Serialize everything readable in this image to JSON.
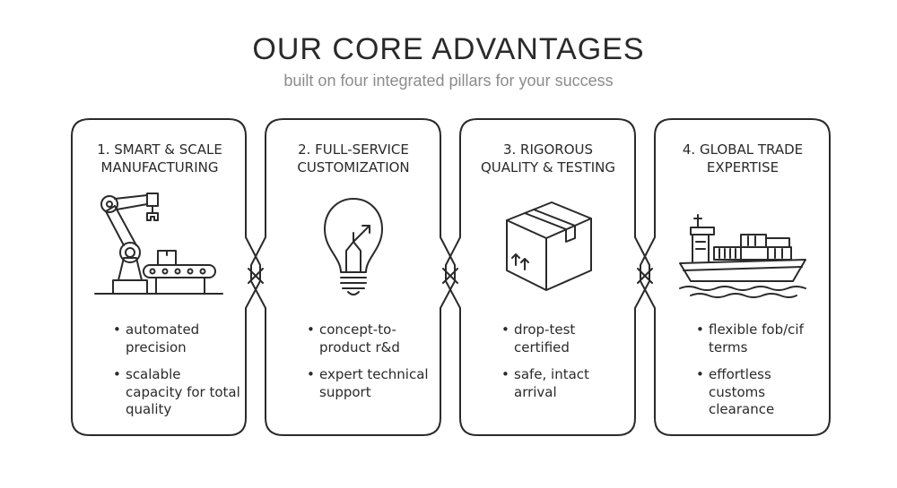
{
  "header": {
    "title": "OUR CORE ADVANTAGES",
    "subtitle": "built on four integrated pillars for your success"
  },
  "colors": {
    "stroke": "#2a2a2a",
    "subtitle": "#8c8c8c",
    "background": "#ffffff"
  },
  "cards": [
    {
      "title_line1": "1. SMART & SCALE",
      "title_line2": "MANUFACTURING",
      "icon": "robot-arm-conveyor-icon",
      "bullets": [
        "automated precision",
        "scalable capacity for total quality"
      ]
    },
    {
      "title_line1": "2. FULL-SERVICE",
      "title_line2": "CUSTOMIZATION",
      "icon": "lightbulb-icon",
      "bullets": [
        "concept-to-product r&d",
        "expert technical support"
      ]
    },
    {
      "title_line1": "3. RIGOROUS",
      "title_line2": "QUALITY & TESTING",
      "icon": "shipping-box-icon",
      "bullets": [
        "drop-test certified",
        "safe, intact arrival"
      ]
    },
    {
      "title_line1": "4. GLOBAL TRADE",
      "title_line2": "EXPERTISE",
      "icon": "cargo-ship-icon",
      "bullets": [
        "flexible fob/cif terms",
        "effortless customs clearance"
      ]
    }
  ]
}
